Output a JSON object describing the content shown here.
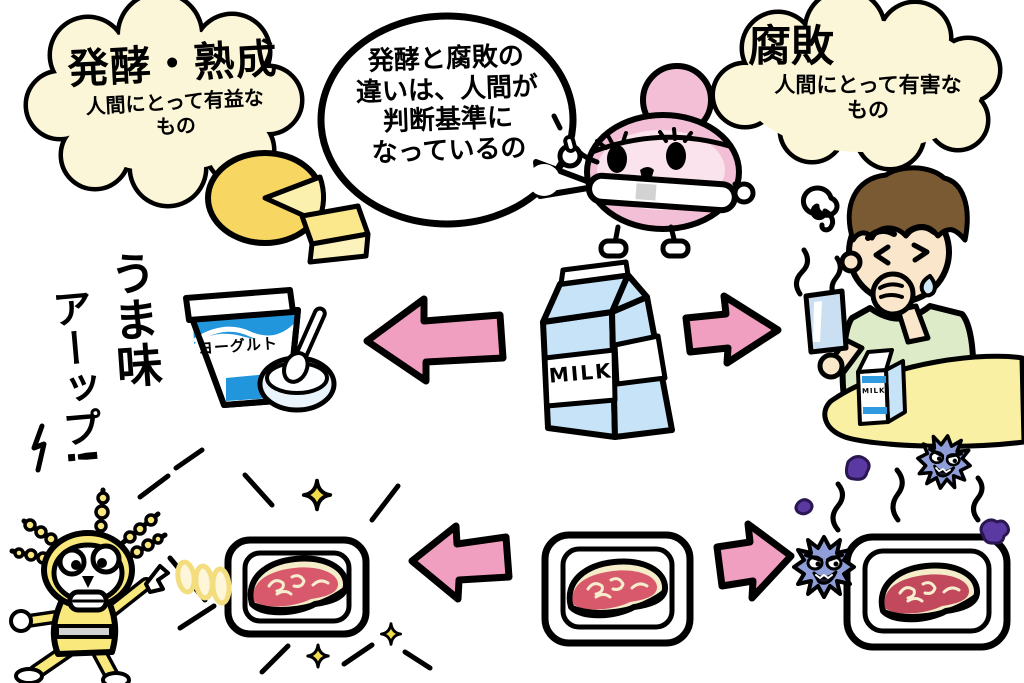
{
  "clouds": {
    "fermentation": {
      "title": "発酵・熟成",
      "line1": "人間にとって有益な",
      "line2": "もの"
    },
    "rot": {
      "title": "腐敗",
      "line1": "人間にとって有害な",
      "line2": "もの"
    }
  },
  "speech_bubble": {
    "line1": "発酵と腐敗の",
    "line2": "違いは、人間が",
    "line3": "判断基準に",
    "line4": "なっているの"
  },
  "labels": {
    "milk_carton": "MILK",
    "milk_carton_small": "MILK",
    "yogurt_tub": "ヨーグルト",
    "umami_col1": "うま味",
    "umami_col2": "アーップ!"
  },
  "colors": {
    "outline": "#000000",
    "cloud_cream": "#FBF6D8",
    "arrow_pink": "#F19FC0",
    "character_pink": "#F2BFD7",
    "character_pink_light": "#FBE3ED",
    "milk_blue": "#C6E3F7",
    "yogurt_blue": "#2196DC",
    "cheese_yellow": "#F7D661",
    "meat_red": "#D8596B",
    "meat_red_spoiled": "#C2495C",
    "meat_fat_cream": "#F5ECC9",
    "germ_blue": "#8F9DD8",
    "blob_purple": "#5A39A2",
    "microbe_yellow": "#F9E87B",
    "table_yellow": "#F9F0A4",
    "shirt_green": "#DEEBC9",
    "hair_brown": "#7A5A33",
    "skin": "#FAE6CB"
  }
}
